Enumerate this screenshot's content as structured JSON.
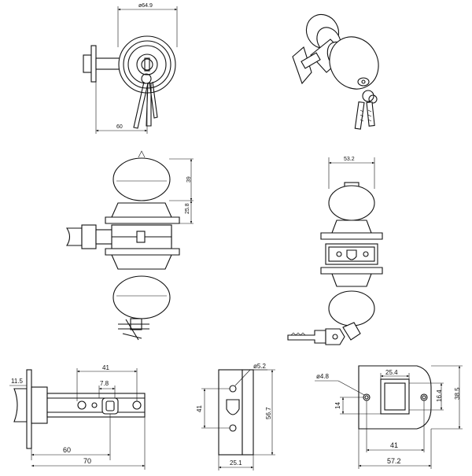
{
  "top_left": {
    "overall_dia": "ø64.9",
    "backset": "60"
  },
  "front_view": {
    "knob_h": "39",
    "rose_h": "25.8"
  },
  "side_view": {
    "knob_dia": "53.2"
  },
  "latch": {
    "plate_thick": "11.5",
    "hole_span": "41",
    "slot_w": "7.8",
    "backset_60": "60",
    "length_70": "70"
  },
  "faceplate": {
    "screw_dia": "ø5.2",
    "hole_pitch": "41",
    "height": "56.7",
    "width": "25.1"
  },
  "strike": {
    "hole_dia": "ø4.8",
    "opening_w": "25.4",
    "opening_h": "16.4",
    "offset": "14",
    "hole_pitch": "41",
    "length": "57.2",
    "height": "38.5"
  }
}
